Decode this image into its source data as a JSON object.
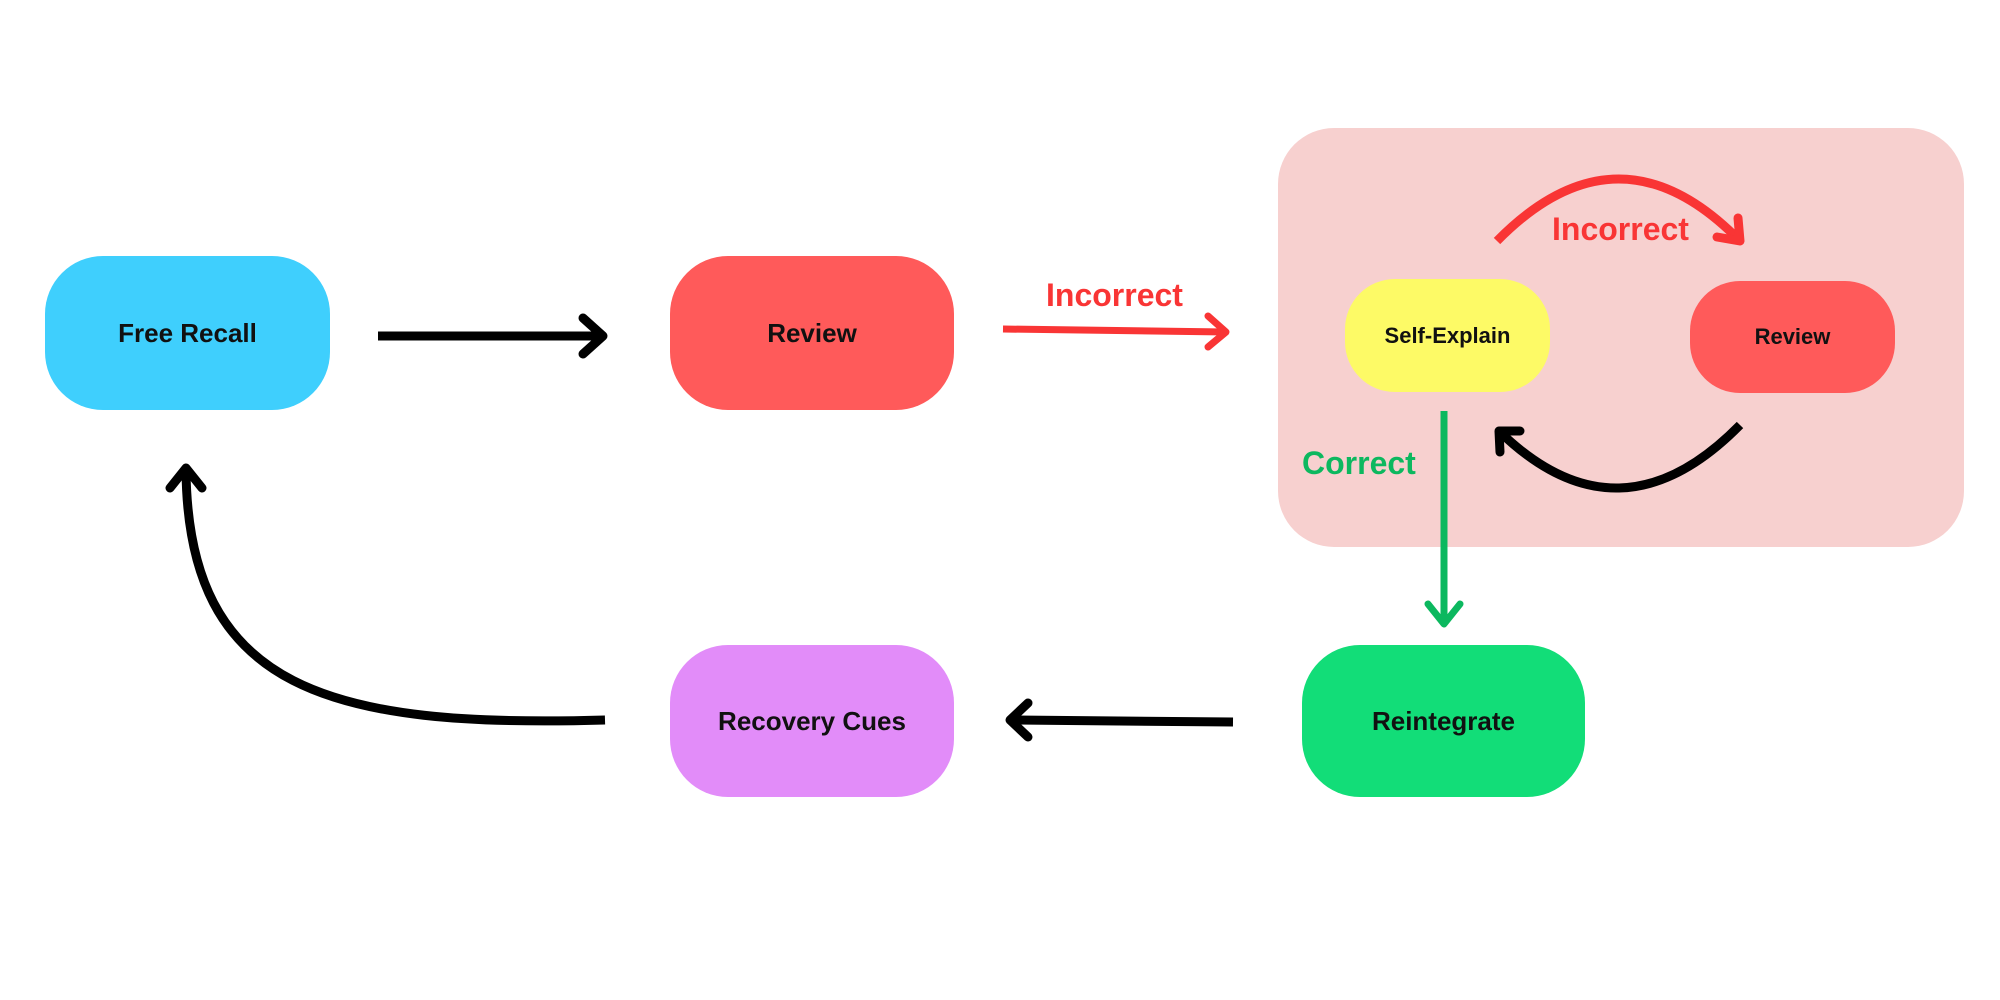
{
  "nodes": {
    "free_recall": {
      "label": "Free Recall",
      "color": "#3fcffd"
    },
    "review_main": {
      "label": "Review",
      "color": "#ff5a5a"
    },
    "self_explain": {
      "label": "Self-Explain",
      "color": "#fdfa66"
    },
    "review_loop": {
      "label": "Review",
      "color": "#ff5a5a"
    },
    "reintegrate": {
      "label": "Reintegrate",
      "color": "#12dd78"
    },
    "recovery_cues": {
      "label": "Recovery Cues",
      "color": "#e28cf9"
    }
  },
  "edge_labels": {
    "incorrect_main": "Incorrect",
    "incorrect_loop": "Incorrect",
    "correct": "Correct"
  },
  "colors": {
    "incorrect": "#f93535",
    "correct": "#0cb85f",
    "neutral": "#000000",
    "group_bg": "#f7d0cf"
  }
}
